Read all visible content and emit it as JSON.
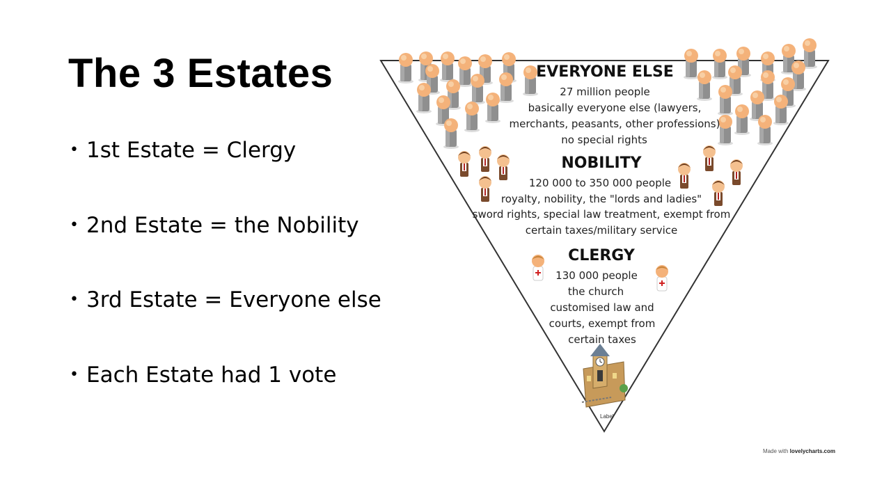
{
  "slide": {
    "title": "The 3 Estates",
    "bullets": [
      "1st Estate = Clergy",
      "2nd Estate = the Nobility",
      "3rd Estate = Everyone else",
      "Each Estate had 1 vote"
    ]
  },
  "diagram": {
    "tiers": [
      {
        "heading": "EVERYONE ELSE",
        "lines": [
          "27 million people",
          "basically everyone else (lawyers,",
          "merchants, peasants, other professions)",
          "no special rights"
        ]
      },
      {
        "heading": "NOBILITY",
        "lines": [
          "120 000 to 350 000 people",
          "royalty, nobility, the \"lords and ladies\"",
          "sword rights, special law treatment, exempt from",
          "certain taxes/military service"
        ]
      },
      {
        "heading": "CLERGY",
        "lines": [
          "130 000 people",
          "the church",
          "customised law and",
          "courts, exempt from",
          "certain taxes"
        ]
      }
    ],
    "church_label": "Label",
    "credit_prefix": "Made with ",
    "credit_brand": "lovelycharts.com",
    "colors": {
      "pawn_head": "#f4b27a",
      "pawn_body": "#8f8f8f",
      "outline": "#333333"
    }
  }
}
